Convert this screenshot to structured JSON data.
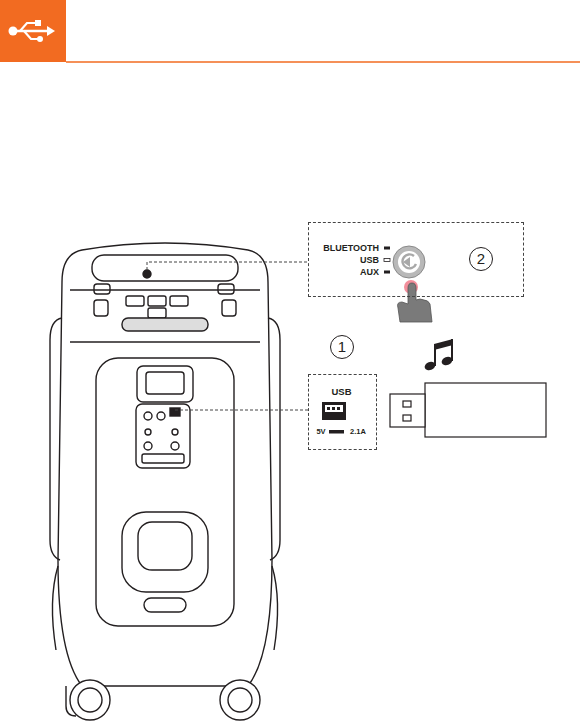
{
  "diagram": {
    "nodes": [
      {
        "text": [
          "BLUETOOTH",
          "USB",
          "AUX"
        ]
      },
      {
        "text": [
          "2"
        ]
      },
      {
        "text": [
          "1"
        ]
      },
      {
        "text": [
          "USB",
          "5V",
          "2.1A"
        ]
      }
    ]
  }
}
